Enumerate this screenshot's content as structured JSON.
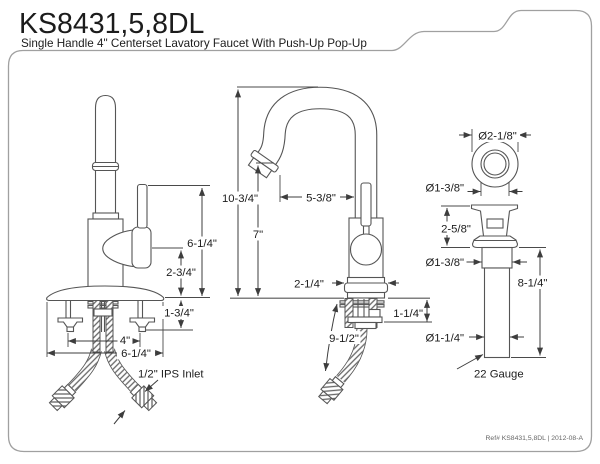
{
  "header": {
    "model": "KS8431,5,8DL",
    "subtitle": "Single Handle 4\" Centerset Lavatory Faucet With Push-Up Pop-Up"
  },
  "footer": {
    "reference": "Ref# KS8431,5,8DL | 2012-08-A"
  },
  "colors": {
    "drawing_line": "#555555",
    "dimension_line": "#3d3d3d",
    "border": "#a0a0a0",
    "text": "#1c1c1c"
  },
  "views": {
    "faucet_side": {
      "dims": {
        "handle_height": "6-1/4\"",
        "body_height": "2-3/4\"",
        "under_deck": "1-3/4\"",
        "mount_spacing": "4\"",
        "baseplate_width": "6-1/4\"",
        "inlet": "1/2\" IPS Inlet"
      }
    },
    "faucet_front": {
      "dims": {
        "overall_height": "10-3/4\"",
        "spout_height": "7\"",
        "spout_reach": "5-3/8\"",
        "base_width": "2-1/4\"",
        "shank_length": "1-1/4\"",
        "hose_length": "9-1/2\""
      }
    },
    "drain": {
      "dims": {
        "flange_diameter": "Ø2-1/8\"",
        "cap_diameter": "Ø1-3/8\"",
        "head_height": "2-5/8\"",
        "shank_diameter": "Ø1-3/8\"",
        "tail_length": "8-1/4\"",
        "tail_diameter": "Ø1-1/4\"",
        "gauge": "22 Gauge"
      }
    }
  }
}
